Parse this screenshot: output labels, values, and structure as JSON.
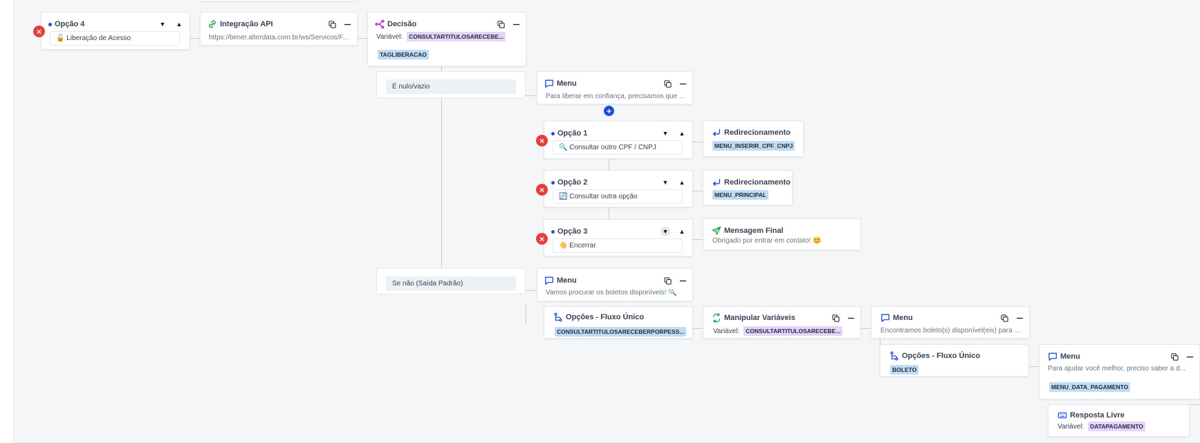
{
  "colors": {
    "accent": "#1d4ed8",
    "danger": "#e53e3e",
    "tag_blue": "#bfdcf4",
    "tag_purple": "#e5d4fb"
  },
  "nodes": {
    "opcao4": {
      "title": "Opção 4",
      "field": "🔓 Liberação de Acesso"
    },
    "integracao": {
      "title": "Integração API",
      "url": "https://bimer.alterdata.com.br/ws/Servicos/F..."
    },
    "decisao": {
      "title": "Decisão",
      "var_label": "Variável:",
      "var_value": "CONSULTARTITULOSARECEBE...",
      "tag": "TAGLIBERACAO"
    },
    "cond_nulo": {
      "label": "É nulo/vazio"
    },
    "cond_senao": {
      "label": "Se não (Saída Padrão)"
    },
    "menu1": {
      "title": "Menu",
      "text": "Para liberar em confiança, precisamos que ..."
    },
    "opcao1": {
      "title": "Opção 1",
      "field": "🔍 Consultar outro CPF / CNPJ"
    },
    "opcao2": {
      "title": "Opção 2",
      "field": "🔄 Consultar outra opção"
    },
    "opcao3": {
      "title": "Opção 3",
      "field": "👋 Encerrar"
    },
    "redir1": {
      "title": "Redirecionamento",
      "tag": "MENU_INSERIR_CPF_CNPJ"
    },
    "redir2": {
      "title": "Redirecionamento",
      "tag": "MENU_PRINCIPAL"
    },
    "msgfinal": {
      "title": "Mensagem Final",
      "text": "Obrigado por entrar em contato! 😊"
    },
    "menu2": {
      "title": "Menu",
      "text": "Vamos procurar os boletos disponíveis! 🔍"
    },
    "fluxo1": {
      "title": "Opções - Fluxo Único",
      "tag": "CONSULTARTITULOSARECEBERPORPESS..."
    },
    "manipular": {
      "title": "Manipular Variáveis",
      "var_label": "Variável:",
      "var_value": "CONSULTARTITULOSARECEBE..."
    },
    "menu3": {
      "title": "Menu",
      "text": "Encontramos boleto(s) disponível(eis) para ..."
    },
    "fluxo2": {
      "title": "Opções - Fluxo Único",
      "tag": "BOLETO"
    },
    "menu4": {
      "title": "Menu",
      "text": "Para ajudar você melhor, preciso saber a d...",
      "tag": "MENU_DATA_PAGAMENTO"
    },
    "resposta": {
      "title": "Resposta Livre",
      "var_label": "Variável:",
      "var_value": "DATAPAGAMENTO"
    }
  },
  "icons": {
    "remove": "×",
    "add": "+",
    "expand": "▼",
    "collapse": "▲"
  }
}
